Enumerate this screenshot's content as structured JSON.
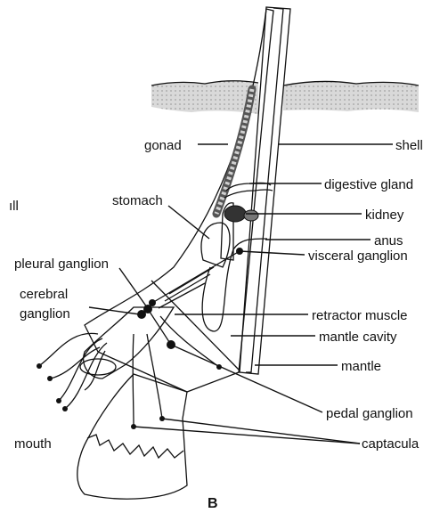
{
  "panel_letter": "B",
  "edge_fragment": "ıll",
  "labels": {
    "gonad": "gonad",
    "shell": "shell",
    "digestive_gland": "digestive gland",
    "stomach": "stomach",
    "kidney": "kidney",
    "anus": "anus",
    "pleural_ganglion": "pleural ganglion",
    "visceral_ganglion": "visceral ganglion",
    "cerebral": "cerebral",
    "ganglion": "ganglion",
    "retractor_muscle": "retractor muscle",
    "mantle_cavity": "mantle cavity",
    "mantle": "mantle",
    "mouth": "mouth",
    "pedal_ganglion": "pedal ganglion",
    "captacula": "captacula"
  }
}
